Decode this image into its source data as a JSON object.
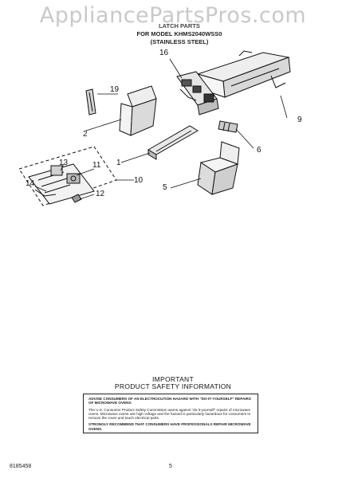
{
  "watermark": "AppliancePartsPros.com",
  "header": {
    "line1": "LATCH PARTS",
    "line2": "FOR MODEL KHMS2040WSS0",
    "line3": "(STAINLESS STEEL)"
  },
  "callouts": {
    "c16": "16",
    "c19": "19",
    "c9": "9",
    "c2": "2",
    "c6": "6",
    "c13": "13",
    "c11": "11",
    "c1": "1",
    "c10": "10",
    "c14": "14",
    "c12": "12",
    "c5": "5"
  },
  "safety": {
    "title_line1": "IMPORTANT",
    "title_line2": "PRODUCT  SAFETY  INFORMATION",
    "para1": "ADVISE CONSUMERS OF AN ELECTROCUTION HAZARD WITH \"DO-IT-YOURSELF\" REPAIRS OF MICROWAVE OVENS",
    "para2": "The U.S. Consumer Product Safety Commission warns against \"do-it-yourself\" repairs of microwave ovens. Microwave ovens use high voltage and the hazard is particularly hazardous for consumers to remove the cover and touch electrical parts.",
    "para3": "STRONGLY RECOMMEND THAT CONSUMERS HAVE PROFESSIONALS REPAIR MICROWAVE OVENS."
  },
  "footer": {
    "doc_number": "8185458",
    "page_number": "5"
  }
}
